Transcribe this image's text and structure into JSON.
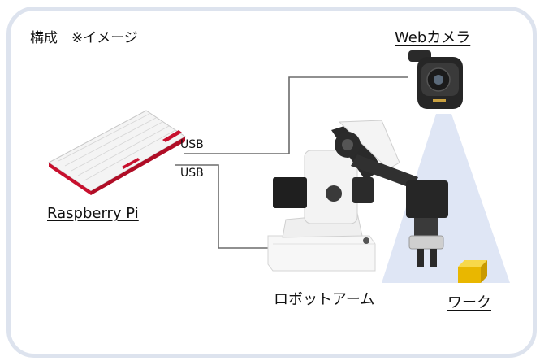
{
  "title": "構成　※イメージ",
  "labels": {
    "camera": "Webカメラ",
    "raspberry": "Raspberry Pi",
    "robot": "ロボットアーム",
    "work": "ワーク"
  },
  "connections": {
    "usb_top": "USB",
    "usb_bottom": "USB"
  },
  "colors": {
    "frame": "#dde3ee",
    "line": "#6b6b6b",
    "beam": "#dfe6f5",
    "work_block": "#f2c400",
    "keyboard_accent": "#c8102e"
  }
}
